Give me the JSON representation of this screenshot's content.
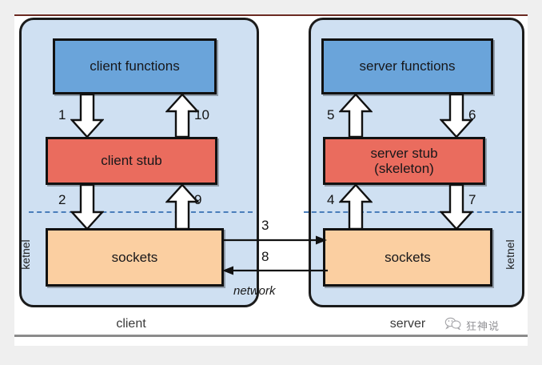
{
  "diagram": {
    "title": "RPC client-server stub and sockets diagram",
    "colors": {
      "panel": "#cfe0f2",
      "functions_box": "#6aa4da",
      "stub_box": "#ea6c5e",
      "sockets_box": "#fbcfa1",
      "kernel_line": "#4a7ebb",
      "outline": "#111111",
      "top_rule": "#6b2a22"
    },
    "client": {
      "caption": "client",
      "kernel_label": "ketnel",
      "boxes": {
        "functions": "client functions",
        "stub": "client stub",
        "sockets": "sockets"
      },
      "steps": {
        "s1": "1",
        "s10": "10",
        "s2": "2",
        "s9": "9"
      }
    },
    "server": {
      "caption": "server",
      "kernel_label": "ketnel",
      "boxes": {
        "functions": "server functions",
        "stub_line1": "server stub",
        "stub_line2": "(skeleton)",
        "sockets": "sockets"
      },
      "steps": {
        "s5": "5",
        "s6": "6",
        "s4": "4",
        "s7": "7"
      }
    },
    "network": {
      "label": "network",
      "request_step": "3",
      "reply_step": "8"
    },
    "watermark": {
      "text": "狂神说",
      "icon": "wechat-icon"
    }
  }
}
